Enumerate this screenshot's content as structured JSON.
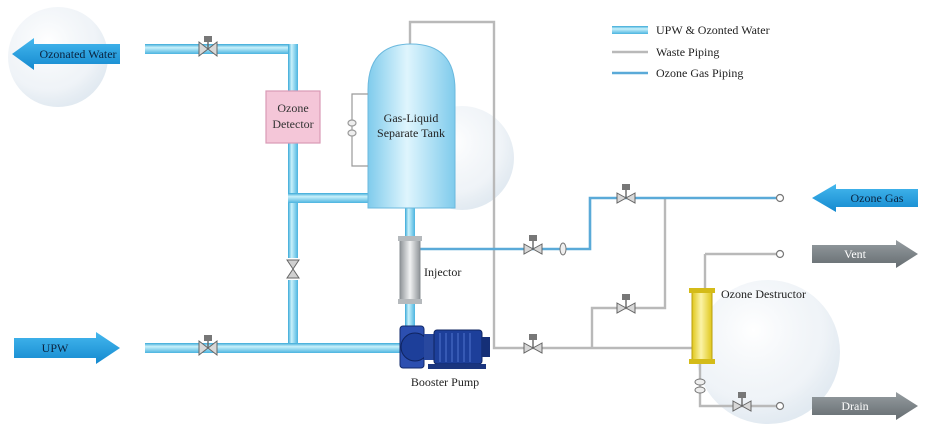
{
  "legend": {
    "upw_ozonated": "UPW & Ozonted Water",
    "waste": "Waste Piping",
    "ozone_gas": "Ozone Gas Piping"
  },
  "arrows": {
    "ozonated_water": "Ozonated Water",
    "upw": "UPW",
    "ozone_gas": "Ozone Gas",
    "vent": "Vent",
    "drain": "Drain"
  },
  "equipment": {
    "ozone_detector": [
      "Ozone",
      "Detector"
    ],
    "tank": [
      "Gas-Liquid",
      "Separate Tank"
    ],
    "injector": "Injector",
    "booster_pump": "Booster Pump",
    "ozone_destructor": "Ozone Destructor"
  },
  "colors": {
    "water_pipe": "#9ee0f5",
    "water_pipe_edge": "#3aa9d8",
    "waste_pipe": "#b7b7b7",
    "ozone_pipe": "#58a8d6",
    "blue_arrow": "#1fa0e0",
    "gray_arrow": "#7d8589",
    "detector": "#f4c6d8",
    "destructor": "#f1e04a",
    "pump": "#1d3f9a"
  }
}
